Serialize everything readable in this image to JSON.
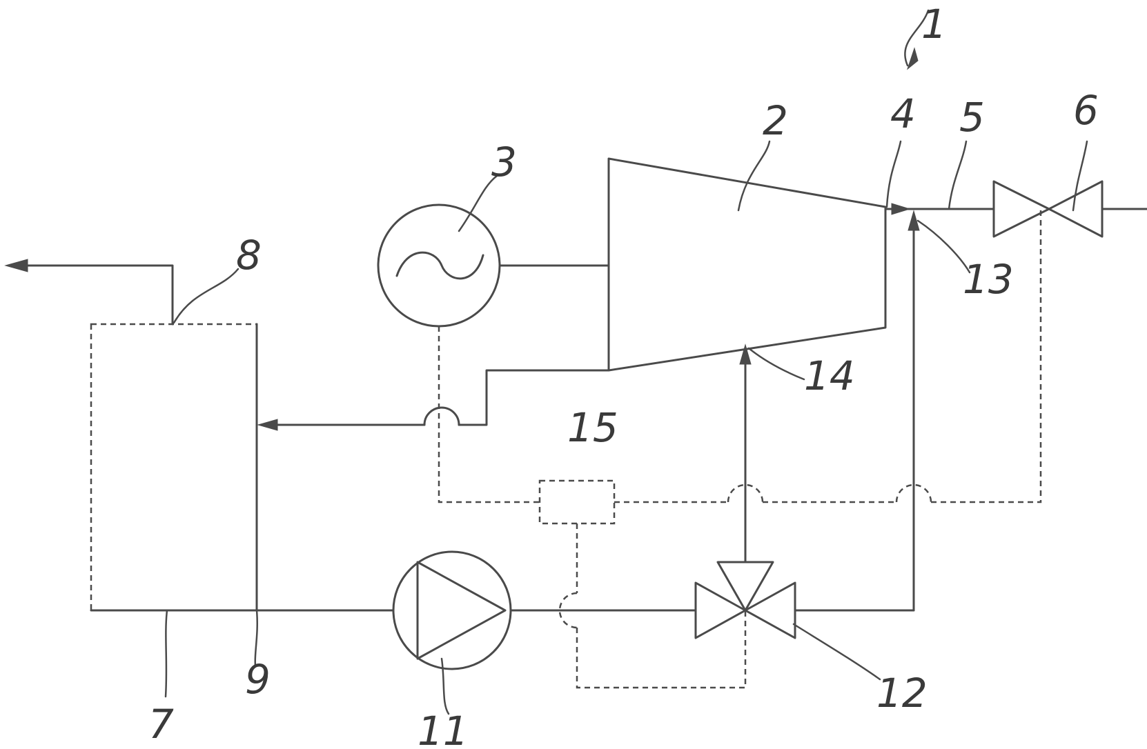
{
  "labels": {
    "system": "1",
    "turbine": "2",
    "generator": "3",
    "outlet_point": "4",
    "line": "5",
    "valve": "6",
    "tank": "7",
    "tank_outlet": "8",
    "tank_inlet": "9",
    "pump": "11",
    "three_way_valve": "12",
    "injection_point_13": "13",
    "injection_point_14": "14",
    "controller": "15"
  },
  "colors": {
    "line": "#4a4a4a",
    "text": "#3a3a3a",
    "background": "#ffffff"
  }
}
